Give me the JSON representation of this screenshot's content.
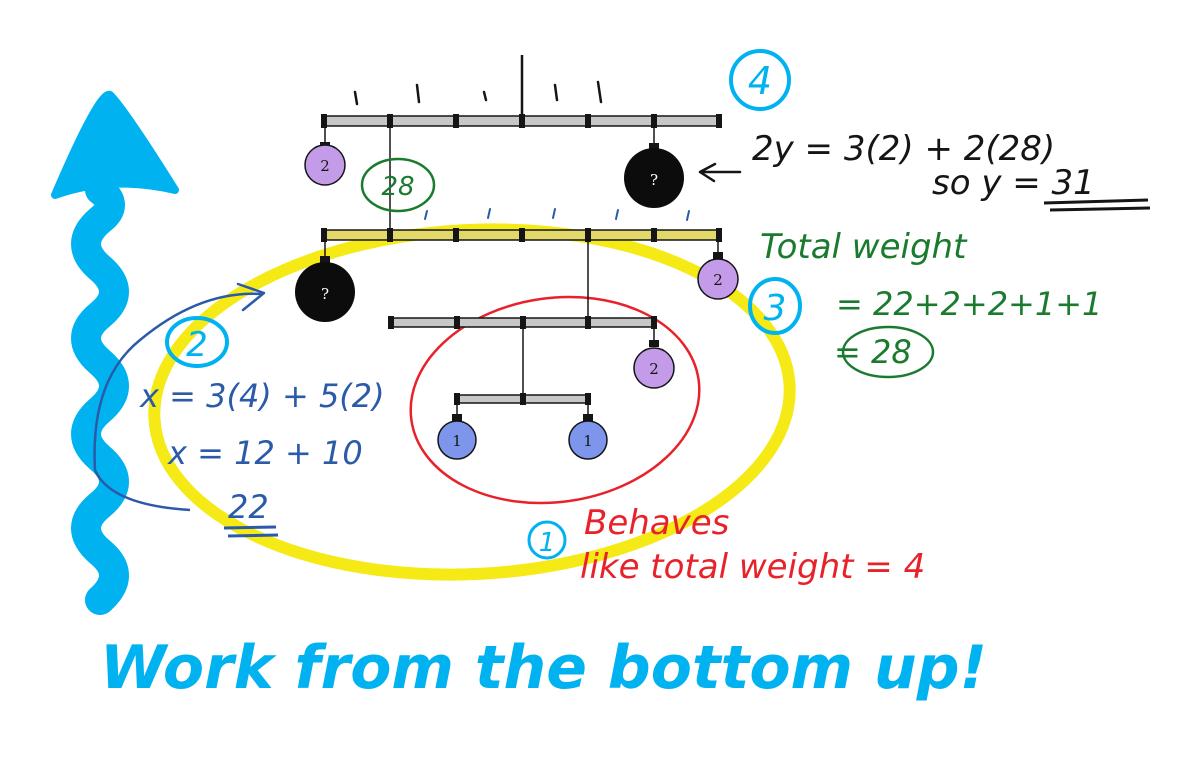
{
  "weights": {
    "top_left": "2",
    "top_right": "?",
    "mid_left": "?",
    "mid_right": "2",
    "lower_right": "2",
    "bottom_left": "1",
    "bottom_right": "1"
  },
  "step1": {
    "number": "1",
    "line1": "Behaves",
    "line2": "like total weight = 4"
  },
  "step2": {
    "number": "2",
    "line1": "x = 3(4) + 5(2)",
    "line2": "x = 12 + 10",
    "line3": "22"
  },
  "step3": {
    "number": "3",
    "line1": "Total weight",
    "line2": "= 22+2+2+1+1",
    "line3": "= 28"
  },
  "step4": {
    "number": "4",
    "line1": "2y = 3(2) + 2(28)",
    "line2": "so y = 31"
  },
  "bubble": "28",
  "footer": "Work from the bottom up!",
  "colors": {
    "cyan": "#00b3f0",
    "yellow": "#f5ea16",
    "red": "#e8222a",
    "green": "#1a7a2e",
    "blue": "#2a5aa8",
    "black_ink": "#151515",
    "purple_ball": "#c49be8",
    "blue_ball": "#7d96ec",
    "black_ball": "#0c0c0c",
    "beam": "#c7c7c7"
  },
  "icons": [
    "bottom-up-arrow-icon"
  ]
}
